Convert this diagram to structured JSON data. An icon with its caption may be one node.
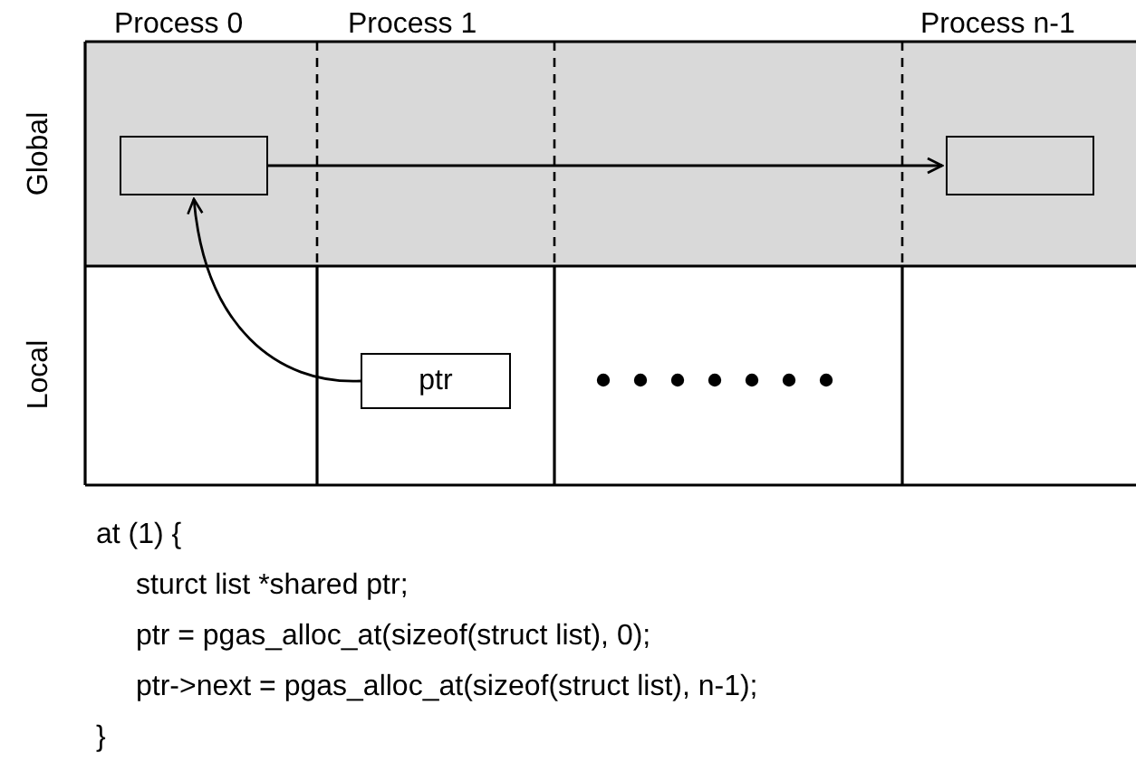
{
  "diagram": {
    "nodes": [
      {
        "text": [],
        "shape": "box"
      },
      {
        "text": [],
        "shape": "box"
      },
      {
        "text": [
          "ptr"
        ]
      }
    ],
    "edges": [
      {
        "from": 0,
        "to": 1,
        "arrow": "to"
      },
      {
        "from": 2,
        "to": 0,
        "arrow": "to"
      }
    ],
    "labels": [
      "Process 0",
      "Process 1",
      "Process n-1",
      "Global",
      "Local",
      "at (1) {",
      "sturct list *shared ptr;",
      "ptr = pgas_alloc_at(sizeof(struct list), 0);",
      "ptr->next = pgas_alloc_at(sizeof(struct list), n-1);",
      "}"
    ]
  }
}
